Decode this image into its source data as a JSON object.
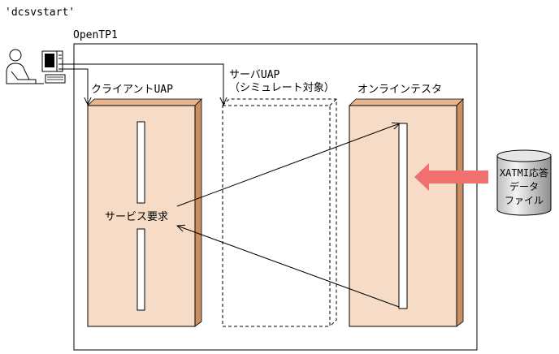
{
  "command": "'dcsvstart'",
  "system_label": "OpenTP1",
  "client_uap_label": "クライアントUAP",
  "server_uap_label_line1": "サーバUAP",
  "server_uap_label_line2": "（シミュレート対象）",
  "online_tester_label": "オンラインテスタ",
  "service_request_label": "サービス要求",
  "data_file_label_line1": "XATMI応答",
  "data_file_label_line2": "データ",
  "data_file_label_line3": "ファイル",
  "icons": [
    "user-icon",
    "computer-icon",
    "database-cylinder-icon"
  ],
  "colors": {
    "box_fill": "#f6dcc6",
    "box_side": "#c98f63",
    "arrow_fill": "#f07070",
    "cylinder_light": "#f2f2f2",
    "cylinder_dark": "#9a9a9a",
    "line": "#000000"
  }
}
